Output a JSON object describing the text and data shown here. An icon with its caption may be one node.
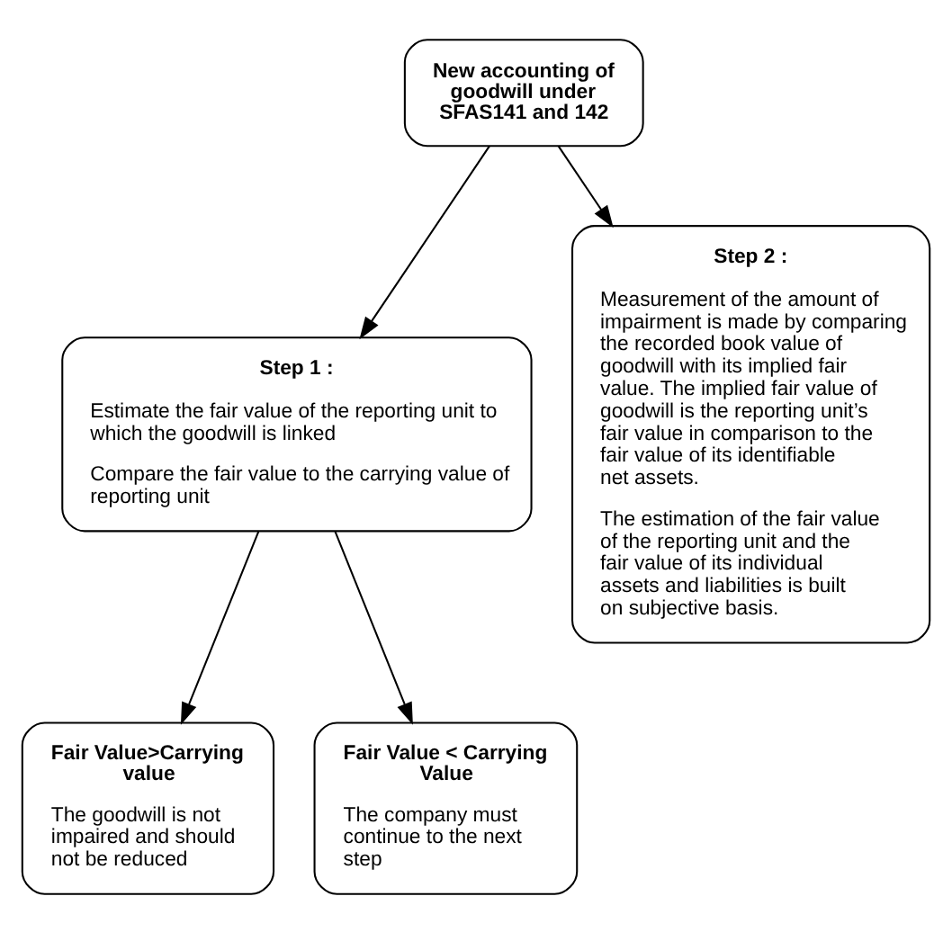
{
  "diagram": {
    "nodes": [
      {
        "text": [
          "New accounting of goodwill under SFAS141 and 142"
        ]
      },
      {
        "text": [
          "Step 1 :",
          "Estimate the fair value of the reporting unit to which the goodwill is linked",
          "Compare the fair value to the carrying value of reporting unit"
        ]
      },
      {
        "text": [
          "Step 2 :",
          "Measurement of the amount of impairment is made by comparing the recorded book value of goodwill with its implied fair value. The implied fair value of goodwill is the reporting unit’s fair value in comparison to the fair value of its identifiable net assets.",
          "The estimation of the fair value of the reporting unit and the fair value of its individual assets and liabilities is built on subjective basis."
        ]
      },
      {
        "text": [
          "Fair Value>Carrying value",
          "The goodwill is not impaired and should not be reduced"
        ]
      },
      {
        "text": [
          "Fair Value < Carrying Value",
          "The company must continue to the next step"
        ]
      }
    ],
    "edges": [
      {
        "from": 0,
        "to": 1,
        "arrow": "to"
      },
      {
        "from": 0,
        "to": 2,
        "arrow": "to"
      },
      {
        "from": 1,
        "to": 3,
        "arrow": "to"
      },
      {
        "from": 1,
        "to": 4,
        "arrow": "to"
      }
    ]
  }
}
